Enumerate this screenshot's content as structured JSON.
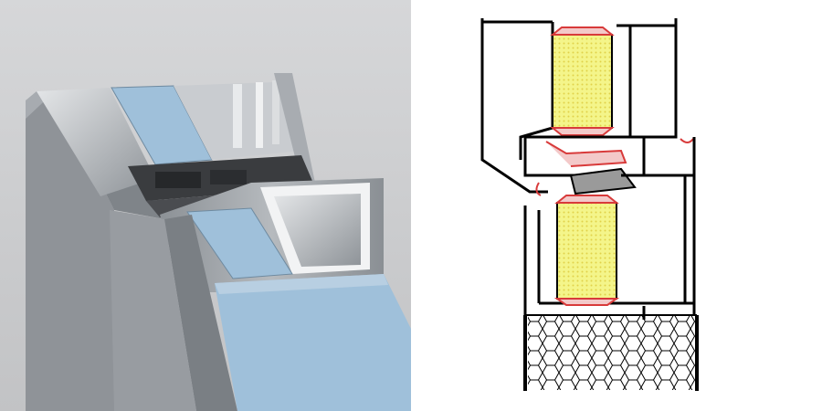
{
  "figure": {
    "left_panel": {
      "kind": "3d-render",
      "subject": "aluminium-frame-section",
      "colors": {
        "background": "#c6c7c9",
        "aluminium": "#9a9ea3",
        "aluminium_dark": "#6e7277",
        "insulation_fill": "#9fc0da",
        "thermal_break": "#2f3032"
      }
    },
    "right_panel": {
      "kind": "technical-cross-section",
      "colors": {
        "line": "#000000",
        "insulation_fill": "#f4f58a",
        "gasket": "#d83a3a",
        "gasket_fill": "#f3c9c9",
        "honeycomb": "#000000"
      }
    }
  }
}
